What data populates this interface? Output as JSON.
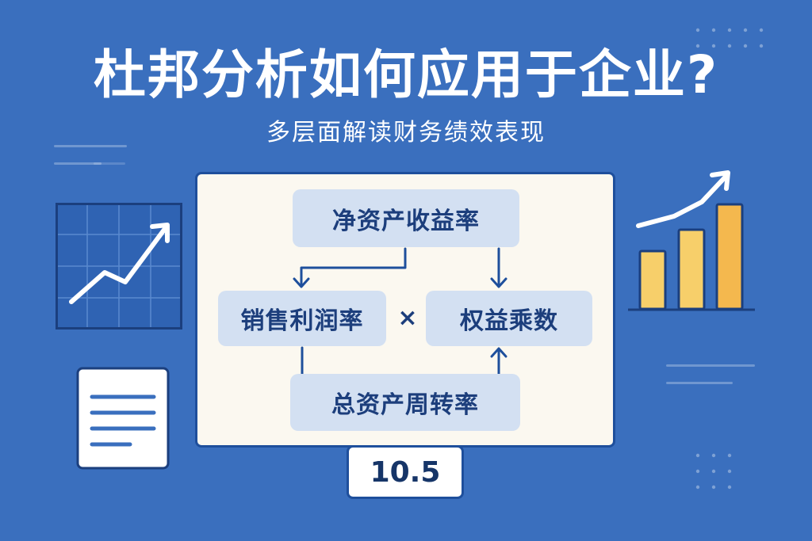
{
  "header": {
    "title": "杜邦分析如何应用于企业?",
    "subtitle": "多层面解读财务绩效表现"
  },
  "diagram": {
    "nodes": {
      "roe": "净资产收益率",
      "net_margin": "销售利润率",
      "equity_multiplier": "权益乘数",
      "asset_turnover": "总资产周转率"
    },
    "operator": "×",
    "value_badge": "10.5"
  },
  "colors": {
    "background": "#3a6fbe",
    "panel": "#fbf8f0",
    "node_fill": "#d3e0f2",
    "node_text": "#1c3e7c",
    "border": "#1e4f9c",
    "bar_light": "#f7cf6a",
    "bar_dark": "#f4b84e"
  },
  "icons": [
    "trend-chart-icon",
    "document-icon",
    "bar-chart-icon",
    "rising-arrow-icon"
  ]
}
